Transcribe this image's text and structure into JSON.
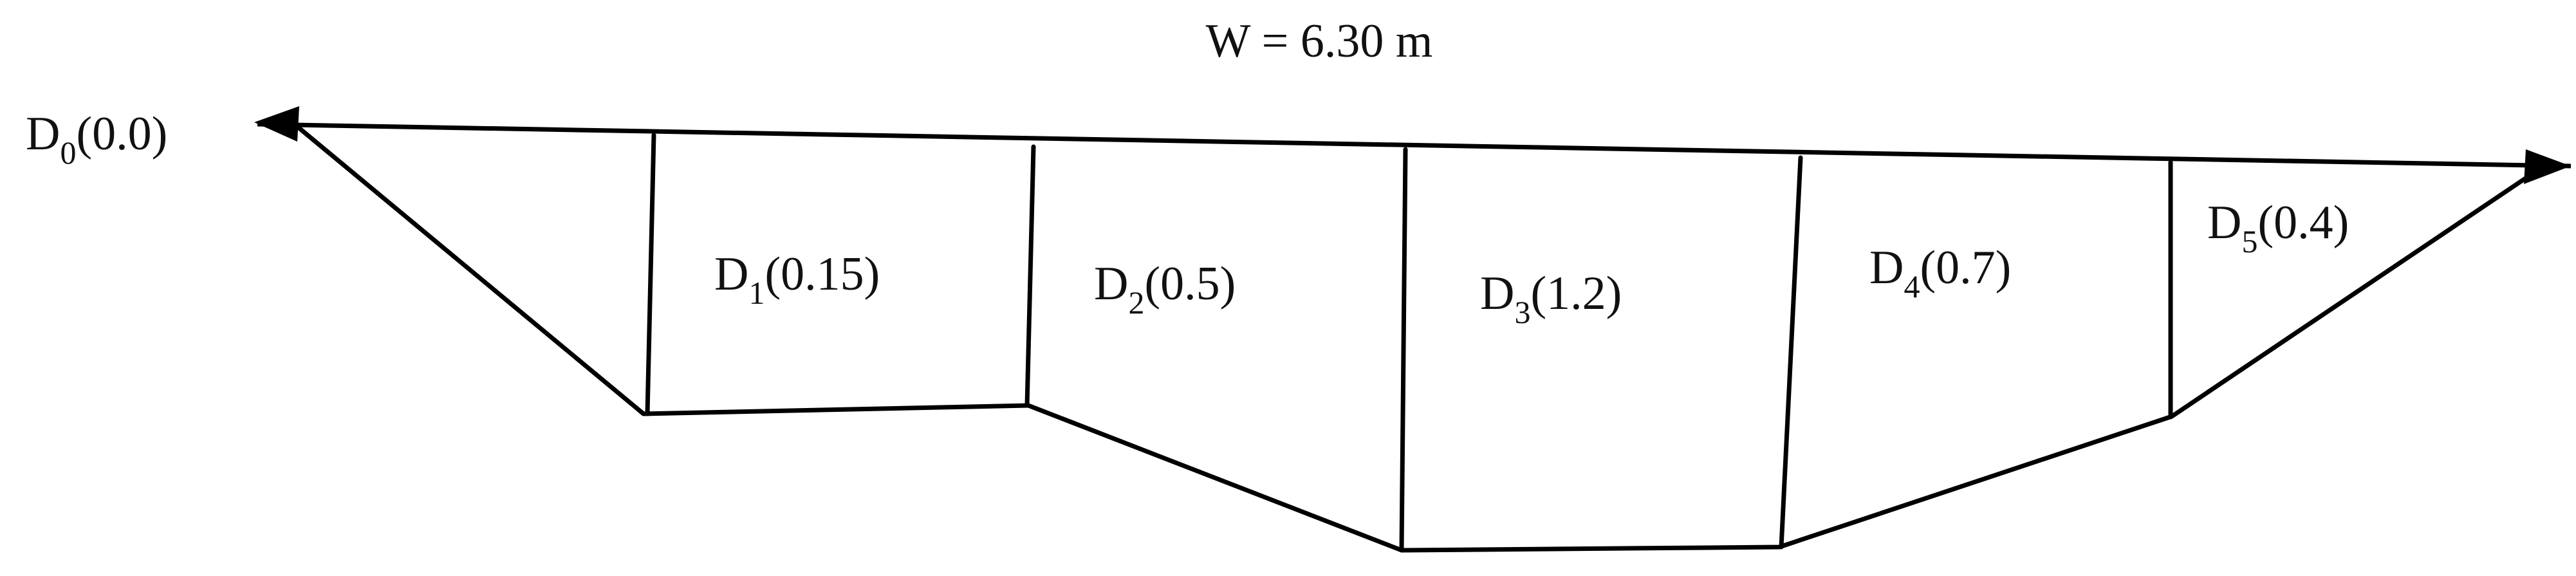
{
  "width_label": "W = 6.30 m",
  "verticals": [
    {
      "letter": "D",
      "index": "0",
      "depth": "(0.0)"
    },
    {
      "letter": "D",
      "index": "1",
      "depth": "(0.15)"
    },
    {
      "letter": "D",
      "index": "2",
      "depth": "(0.5)"
    },
    {
      "letter": "D",
      "index": "3",
      "depth": "(1.2)"
    },
    {
      "letter": "D",
      "index": "4",
      "depth": "(0.7)"
    },
    {
      "letter": "D",
      "index": "5",
      "depth": "(0.4)"
    }
  ],
  "colors": {
    "line": "#000000",
    "text": "#111111",
    "background": "#ffffff"
  }
}
